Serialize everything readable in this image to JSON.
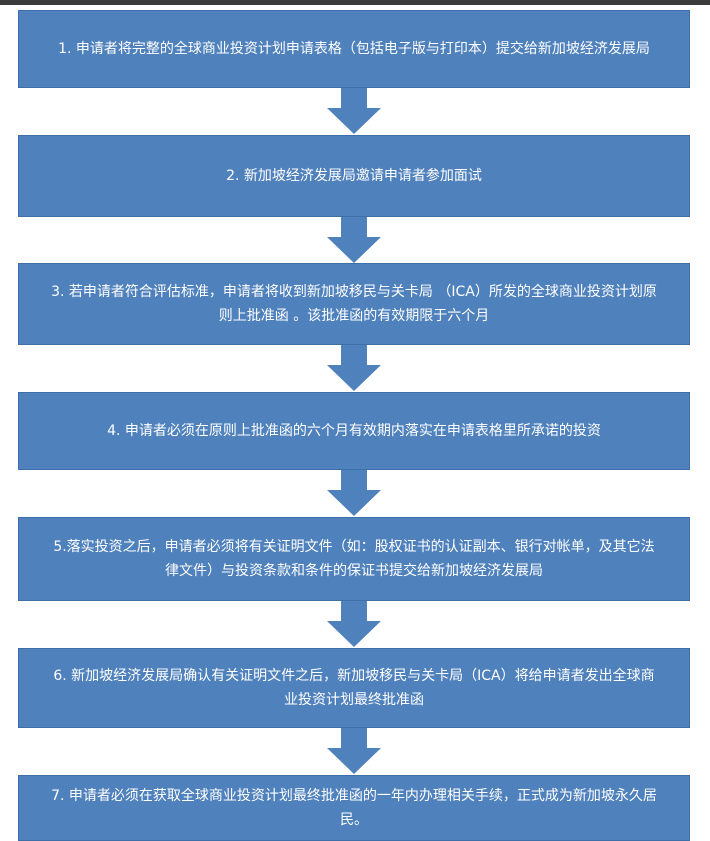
{
  "flow": {
    "box_color": "#4f81bd",
    "arrow_color": "#4f81bd",
    "text_color": "#ffffff",
    "steps": [
      {
        "text": "1.  申请者将完整的全球商业投资计划申请表格（包括电子版与打印本）提交给新加坡经济发展局"
      },
      {
        "text": "2.  新加坡经济发展局邀请申请者参加面试"
      },
      {
        "text": "3.  若申请者符合评估标准，申请者将收到新加坡移民与关卡局 （ICA）所发的全球商业投资计划原则上批准函 。该批准函的有效期限于六个月"
      },
      {
        "text": "4.  申请者必须在原则上批准函的六个月有效期内落实在申请表格里所承诺的投资"
      },
      {
        "text": "5.落实投资之后，申请者必须将有关证明文件（如：股权证书的认证副本、银行对帐单，及其它法律文件）与投资条款和条件的保证书提交给新加坡经济发展局"
      },
      {
        "text": "6.  新加坡经济发展局确认有关证明文件之后，新加坡移民与关卡局（ICA）将给申请者发出全球商业投资计划最终批准函"
      },
      {
        "text": "7.  申请者必须在获取全球商业投资计划最终批准函的一年内办理相关手续，正式成为新加坡永久居民。"
      }
    ]
  }
}
